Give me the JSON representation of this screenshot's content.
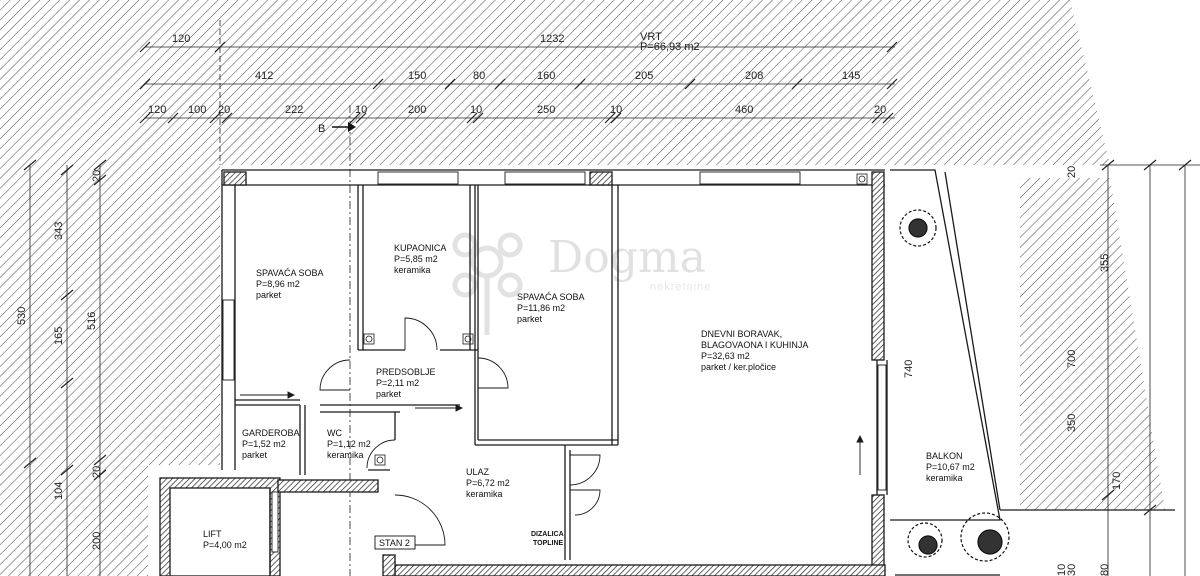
{
  "plot": {
    "label": "VRT",
    "area": "P=66,93 m2"
  },
  "top_dims_row1": [
    "120",
    "1232"
  ],
  "top_dims_row2": [
    "412",
    "150",
    "80",
    "160",
    "205",
    "208",
    "145"
  ],
  "top_dims_row3": [
    "120",
    "100",
    "20",
    "222",
    "10",
    "200",
    "10",
    "250",
    "10",
    "460",
    "20"
  ],
  "left_dims_outer": [
    "530"
  ],
  "left_dims_mid": [
    "20",
    "343",
    "165",
    "20",
    "104",
    "200"
  ],
  "left_dims_inner": [
    "516"
  ],
  "right_dims": [
    "355",
    "740",
    "700",
    "350",
    "170",
    "20",
    "80",
    "30",
    "10"
  ],
  "section_marker": "B",
  "rooms": [
    {
      "name": "SPAVAĆA SOBA",
      "area": "P=8,96 m2",
      "floor": "parket"
    },
    {
      "name": "KUPAONICA",
      "area": "P=5,85 m2",
      "floor": "keramika"
    },
    {
      "name": "SPAVAĆA SOBA",
      "area": "P=11,86 m2",
      "floor": "parket"
    },
    {
      "name": "DNEVNI BORAVAK,",
      "name2": "BLAGOVAONA I KUHINJA",
      "area": "P=32,63 m2",
      "floor": "parket / ker.pločice"
    },
    {
      "name": "PREDSOBLJE",
      "area": "P=2,11 m2",
      "floor": "parket"
    },
    {
      "name": "GARDEROBA",
      "area": "P=1,52 m2",
      "floor": "parket"
    },
    {
      "name": "WC",
      "area": "P=1,12 m2",
      "floor": "keramika"
    },
    {
      "name": "ULAZ",
      "area": "P=6,72 m2",
      "floor": "keramika"
    },
    {
      "name": "BALKON",
      "area": "P=10,67 m2",
      "floor": "keramika"
    },
    {
      "name": "LIFT",
      "area": "P=4,00 m2",
      "floor": ""
    }
  ],
  "heat_pump": {
    "line1": "DIZALICA",
    "line2": "TOPLINE"
  },
  "unit_label": "STAN 2",
  "watermark": {
    "brand": "Dogma",
    "sub": "nekretnine"
  },
  "colors": {
    "line": "#1a1a1a",
    "hatch": "#333333",
    "wall": "#2a2a2a",
    "watermark": "#dcdcdc"
  }
}
